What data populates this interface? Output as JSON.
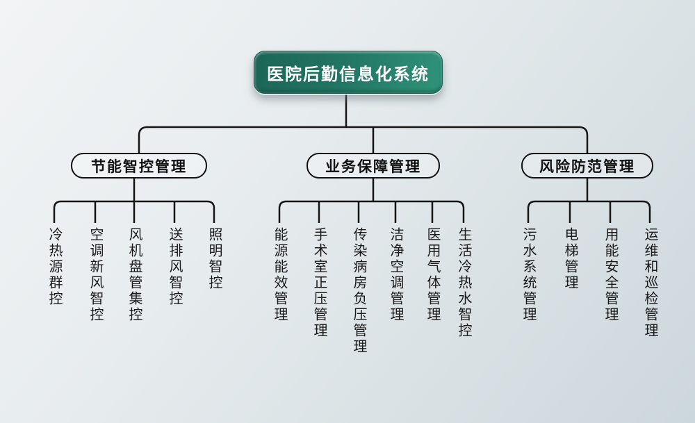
{
  "title": "医院后勤信息化系统",
  "colors": {
    "root_gradient_start": "#1b6557",
    "root_gradient_end": "#2f9378",
    "root_text": "#ffffff",
    "line": "#141414",
    "node_text": "#111111",
    "background_start": "#f2f4f5",
    "background_end": "#ccd7dc"
  },
  "tree": {
    "root": {
      "label": "医院后勤信息化系统"
    },
    "branches": [
      {
        "label": "节能智控管理",
        "children": [
          "冷热源群控",
          "空调新风智控",
          "风机盘管集控",
          "送排风智控",
          "照明智控"
        ]
      },
      {
        "label": "业务保障管理",
        "children": [
          "能源能效管理",
          "手术室正压管理",
          "传染病房负压管理",
          "洁净空调管理",
          "医用气体管理",
          "生活冷热水智控"
        ]
      },
      {
        "label": "风险防范管理",
        "children": [
          "污水系统管理",
          "电梯管理",
          "用能安全管理",
          "运维和巡检管理"
        ]
      }
    ]
  }
}
